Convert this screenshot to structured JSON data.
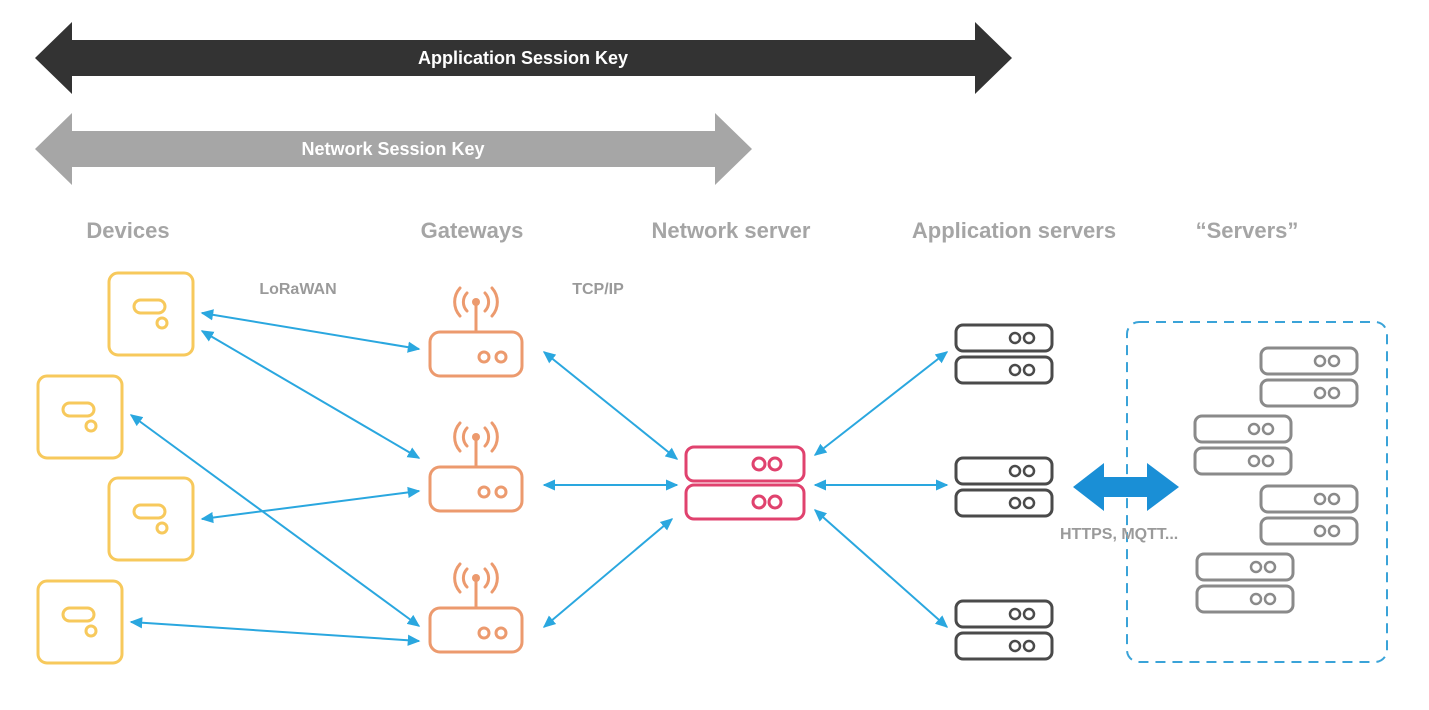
{
  "banners": {
    "app_key": "Application Session Key",
    "net_key": "Network Session Key"
  },
  "columns": {
    "devices": "Devices",
    "gateways": "Gateways",
    "network_server": "Network server",
    "application_servers": "Application servers",
    "servers": "“Servers”"
  },
  "protocols": {
    "lorawan": "LoRaWAN",
    "tcpip": "TCP/IP",
    "https_mqtt": "HTTPS, MQTT..."
  },
  "colors": {
    "app_key_arrow": "#333333",
    "net_key_arrow": "#a6a6a6",
    "device": "#f7c95c",
    "gateway": "#ec9a6e",
    "network_server": "#e0426e",
    "app_server": "#4a4a4a",
    "external_server": "#8a8a8a",
    "link": "#2aa7df",
    "bidirectional_arrow": "#1a8fd6",
    "dashed_box": "#3aa3d8",
    "label": "#a5a5a5"
  },
  "icons": [
    "device-icon",
    "gateway-icon",
    "antenna-icon",
    "server-icon"
  ]
}
